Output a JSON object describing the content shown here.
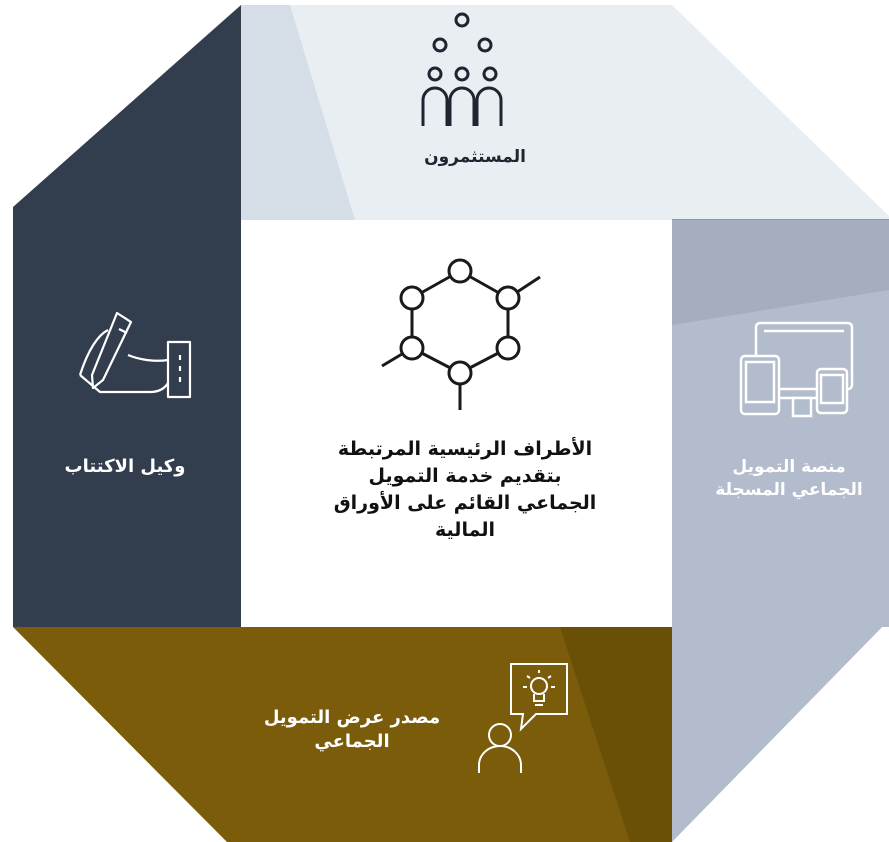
{
  "center": {
    "title_lines": [
      "الأطراف الرئيسية المرتبطة",
      "بتقديم خدمة التمويل",
      "الجماعي القائم على الأوراق",
      "المالية"
    ]
  },
  "segments": {
    "investors": {
      "label": "المستثمرون",
      "icon": "people-group-icon",
      "color": "#e9eef3"
    },
    "subscription_agent": {
      "label": "وكيل الاكتتاب",
      "icon": "signing-hand-icon",
      "color": "#323d4e"
    },
    "platform": {
      "label_lines": [
        "منصة التمويل",
        "الجماعي المسجلة"
      ],
      "icon": "devices-icon",
      "color": "#b3bccc"
    },
    "issuer": {
      "label_lines": [
        "مصدر عرض التمويل",
        "الجماعي"
      ],
      "icon": "idea-presenter-icon",
      "color": "#7a5c0a"
    }
  }
}
